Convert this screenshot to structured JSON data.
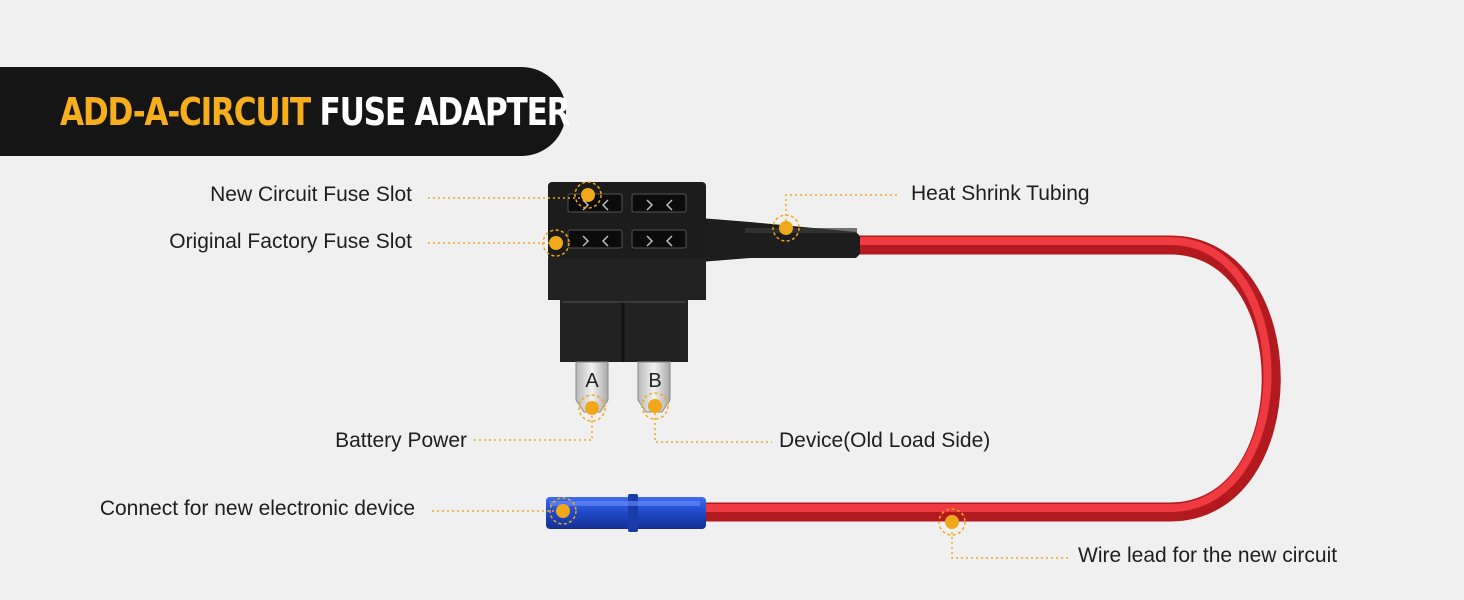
{
  "title": {
    "accent": "ADD-A-CIRCUIT",
    "rest": "FUSE ADAPTER"
  },
  "labels": {
    "new_circuit_fuse_slot": "New Circuit Fuse Slot",
    "original_factory_fuse_slot": "Original Factory Fuse Slot",
    "heat_shrink_tubing": "Heat Shrink Tubing",
    "battery_power": "Battery Power",
    "device_old_load_side": "Device(Old Load Side)",
    "connect_new_device": "Connect for new electronic device",
    "wire_lead": "Wire lead for the new circuit"
  },
  "terminals": {
    "a": "A",
    "b": "B"
  },
  "colors": {
    "accent": "#f6ae1c",
    "banner_bg": "#151515",
    "marker": "#f0a81a",
    "wire": "#e0242c",
    "connector": "#1f48c8",
    "adapter_body": "#1c1c1c"
  }
}
